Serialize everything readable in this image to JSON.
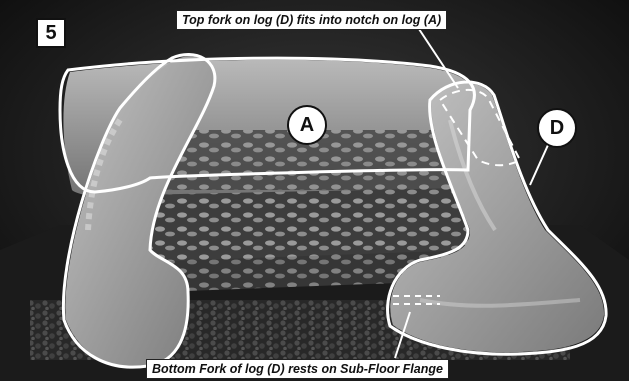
{
  "step": "5",
  "callouts": {
    "top": "Top fork on log (D) fits into notch on log (A)",
    "bottom": "Bottom Fork of log (D) rests on Sub-Floor Flange"
  },
  "logs": {
    "a": "A",
    "d": "D"
  }
}
